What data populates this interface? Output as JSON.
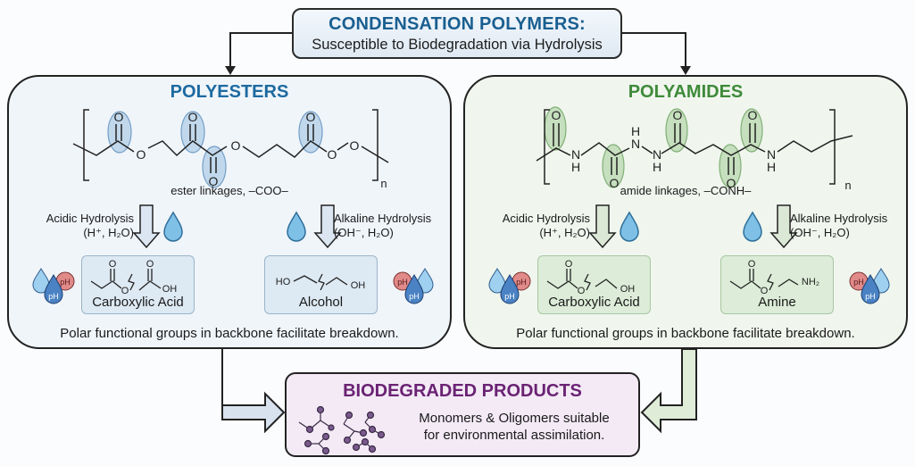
{
  "header": {
    "title": "CONDENSATION POLYMERS:",
    "subtitle": "Susceptible to Biodegradation via Hydrolysis"
  },
  "colors": {
    "polyester_accent": "#1d6aa0",
    "polyamide_accent": "#3f8a3a",
    "products_accent": "#6a2273"
  },
  "polyesters": {
    "title": "POLYESTERS",
    "linkage_label": "ester linkages, –COO–",
    "repeat_subscript": "n",
    "acidic": {
      "label": "Acidic Hydrolysis",
      "conditions": "(H⁺, H₂O)"
    },
    "alkaline": {
      "label": "Alkaline Hydrolysis",
      "conditions": "(OH⁻, H₂O)"
    },
    "products": [
      {
        "name": "Carboxylic Acid",
        "group_label": "OH",
        "atom_label": "O"
      },
      {
        "name": "Alcohol",
        "left_group": "HO",
        "right_group": "OH"
      }
    ],
    "footer": "Polar functional groups in backbone facilitate breakdown."
  },
  "polyamides": {
    "title": "POLYAMIDES",
    "linkage_label": "amide linkages, –CONH–",
    "repeat_subscript": "n",
    "acidic": {
      "label": "Acidic Hydrolysis",
      "conditions": "(H⁺, H₂O)"
    },
    "alkaline": {
      "label": "Alkaline Hydrolysis",
      "conditions": "(OH⁻, H₂O)"
    },
    "products": [
      {
        "name": "Carboxylic Acid",
        "group_label": "OH",
        "atom_label": "O"
      },
      {
        "name": "Amine",
        "group_label": "NH₂",
        "atom_label": "O"
      }
    ],
    "footer": "Polar functional groups in backbone facilitate breakdown."
  },
  "ph_icon_label": "pH",
  "biodegraded": {
    "title": "BIODEGRADED PRODUCTS",
    "description_line1": "Monomers & Oligomers suitable",
    "description_line2": "for environmental assimilation."
  }
}
